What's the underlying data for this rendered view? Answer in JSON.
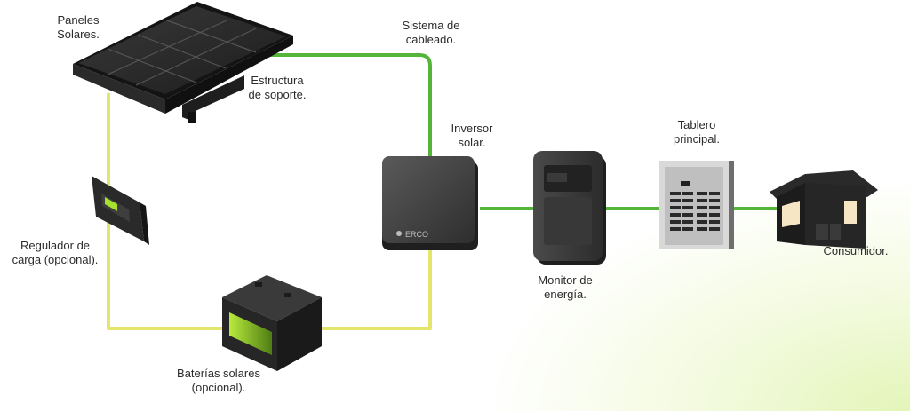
{
  "colors": {
    "wire_green": "#55b43a",
    "wire_yellow": "#e3e66a",
    "device_dark": "#2f2f2f",
    "accent_green": "#8fd12b"
  },
  "labels": {
    "solar_panels": "Paneles\nSolares.",
    "wiring_system": "Sistema de\ncableado.",
    "support_structure": "Estructura\nde soporte.",
    "inverter": "Inversor\nsolar.",
    "main_panel": "Tablero\nprincipal.",
    "charge_regulator": "Regulador de\ncarga (opcional).",
    "energy_monitor": "Monitor de\nenergía.",
    "consumer": "Consumidor.",
    "batteries": "Baterías solares\n(opcional)."
  },
  "inverter_brand": "ERCO"
}
